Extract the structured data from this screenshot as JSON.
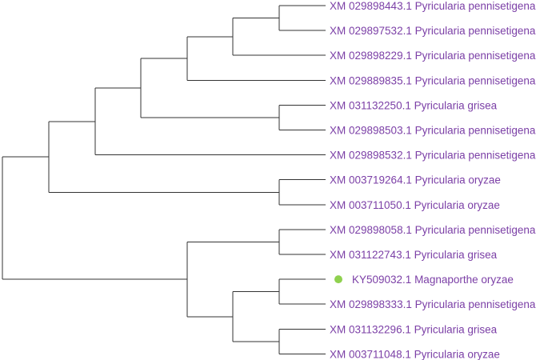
{
  "accent_colors": {
    "label_text": "#7b3fa6",
    "branch_line": "#333333",
    "highlight_marker": "#8fd14f"
  },
  "leaves": [
    {
      "label": "XM 029898443.1 Pyricularia pennisetigena",
      "highlighted": false
    },
    {
      "label": "XM 029897532.1 Pyricularia pennisetigena",
      "highlighted": false
    },
    {
      "label": "XM 029898229.1 Pyricularia pennisetigena",
      "highlighted": false
    },
    {
      "label": "XM 029889835.1 Pyricularia pennisetigena",
      "highlighted": false
    },
    {
      "label": "XM 031132250.1 Pyricularia grisea",
      "highlighted": false
    },
    {
      "label": "XM 029898503.1 Pyricularia pennisetigena",
      "highlighted": false
    },
    {
      "label": "XM 029898532.1 Pyricularia pennisetigena",
      "highlighted": false
    },
    {
      "label": "XM 003719264.1 Pyricularia oryzae",
      "highlighted": false
    },
    {
      "label": "XM 003711050.1 Pyricularia oryzae",
      "highlighted": false
    },
    {
      "label": "XM 029898058.1 Pyricularia pennisetigena",
      "highlighted": false
    },
    {
      "label": "XM 031122743.1 Pyricularia grisea",
      "highlighted": false
    },
    {
      "label": "KY509032.1 Magnaporthe oryzae",
      "highlighted": true
    },
    {
      "label": "XM 029898333.1 Pyricularia pennisetigena",
      "highlighted": false
    },
    {
      "label": "XM 031132296.1 Pyricularia grisea",
      "highlighted": false
    },
    {
      "label": "XM 003711048.1 Pyricularia oryzae",
      "highlighted": false
    }
  ],
  "tree": {
    "children": [
      {
        "children": [
          {
            "children": [
              {
                "children": [
                  {
                    "children": [
                      {
                        "children": [
                          {
                            "leaf": 0
                          },
                          {
                            "leaf": 1
                          }
                        ]
                      },
                      {
                        "leaf": 2
                      }
                    ]
                  },
                  {
                    "leaf": 3
                  }
                ]
              },
              {
                "children": [
                  {
                    "leaf": 4
                  },
                  {
                    "leaf": 5
                  }
                ]
              }
            ]
          },
          {
            "leaf": 6
          }
        ]
      },
      {
        "children": [
          {
            "leaf": 7
          },
          {
            "leaf": 8
          }
        ]
      }
    ]
  },
  "tree_lower": {
    "children": [
      {
        "children": [
          {
            "leaf": 9
          },
          {
            "leaf": 10
          }
        ]
      },
      {
        "children": [
          {
            "children": [
              {
                "leaf": 11
              },
              {
                "leaf": 12
              }
            ]
          },
          {
            "children": [
              {
                "leaf": 13
              },
              {
                "leaf": 14
              }
            ]
          }
        ]
      }
    ]
  }
}
